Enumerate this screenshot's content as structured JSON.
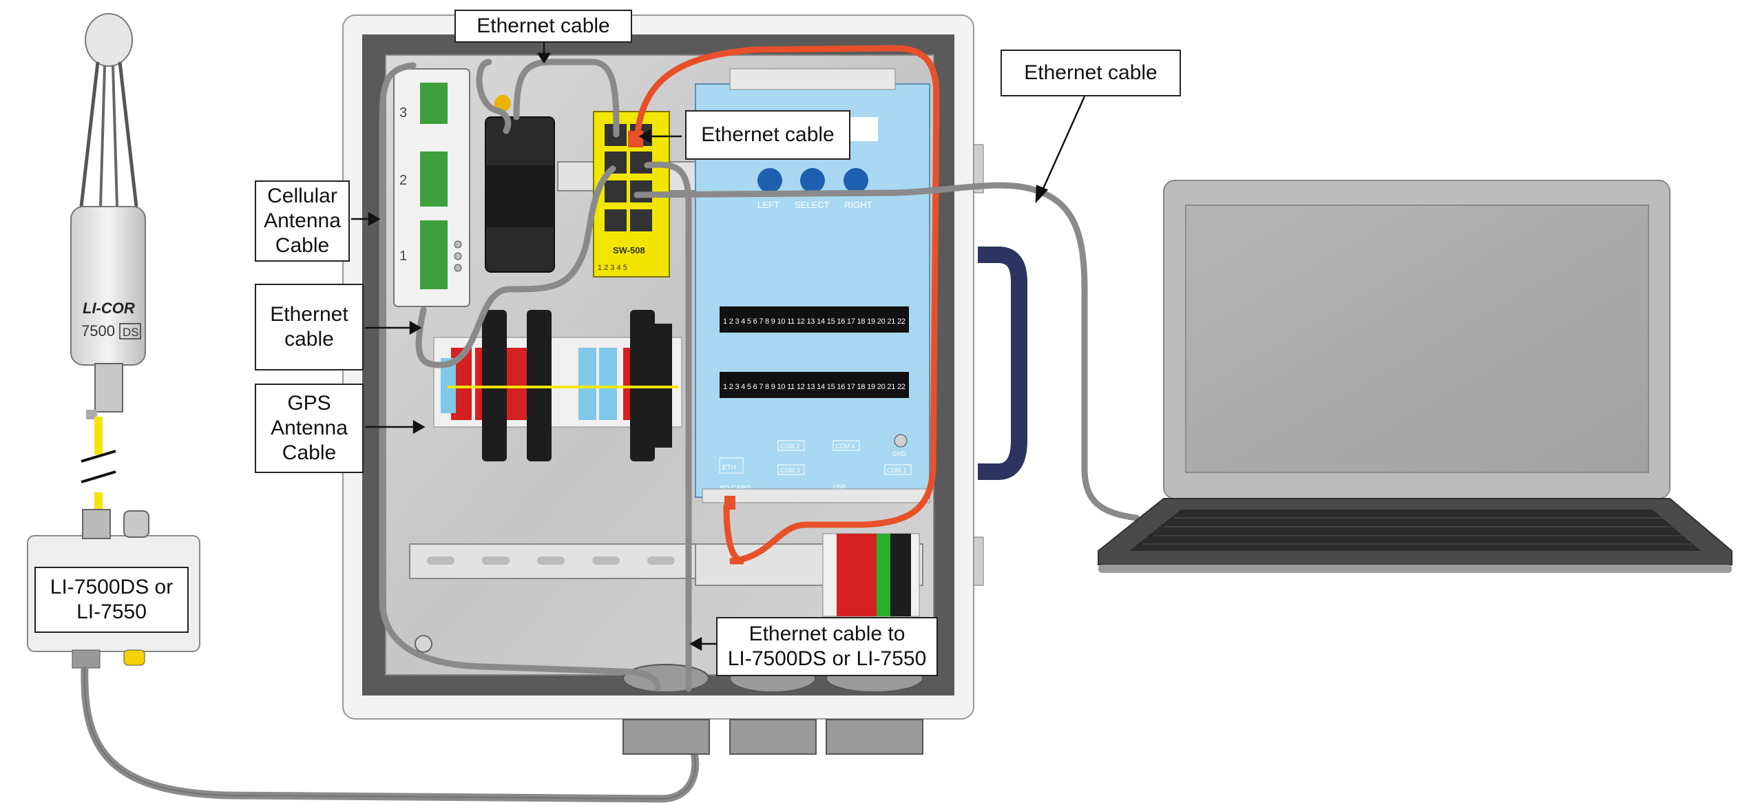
{
  "labels": {
    "ethernet_top": "Ethernet cable",
    "ethernet_right": "Ethernet cable",
    "ethernet_switch": "Ethernet cable",
    "cellular": "Cellular\nAntenna\nCable",
    "ethernet_left": "Ethernet\ncable",
    "gps": "GPS\nAntenna\nCable",
    "analyzer": "LI-7500DS or\nLI-7550",
    "ethernet_bottom": "Ethernet cable to\nLI-7500DS or LI-7550"
  },
  "device_text": {
    "nav_left": "LEFT",
    "nav_select": "SELECT",
    "nav_right": "RIGHT",
    "switch_model": "SW-508",
    "switch_ports": "1 2 3 4 5",
    "sensor_brand": "LI-COR",
    "sensor_model": "7500",
    "sensor_suffix": "DS",
    "port_eth": "ETH",
    "port_sd": "SD CARD",
    "port_com1": "COM 1",
    "port_com2": "COM 2",
    "port_com3": "COM 3",
    "port_com4": "COM 4",
    "port_usb": "USB",
    "port_gnd": "GND",
    "rail_numbers": "1 2 3 4 5 6 7 8 9 10 11 12 13 14 15 16 17 18 19 20 21 22",
    "slot_1": "1",
    "slot_2": "2",
    "slot_3": "3"
  },
  "colors": {
    "cable_gray": "#8a8a8a",
    "cable_red": "#e8502a",
    "display_blue": "#a9d8f2",
    "switch_yellow": "#f2e600",
    "sensor_cable_yellow": "#f5e400",
    "handle_navy": "#2c3560",
    "terminal_red": "#d42020",
    "terminal_blue": "#7fc8e8",
    "terminal_green": "#2bb02b"
  }
}
